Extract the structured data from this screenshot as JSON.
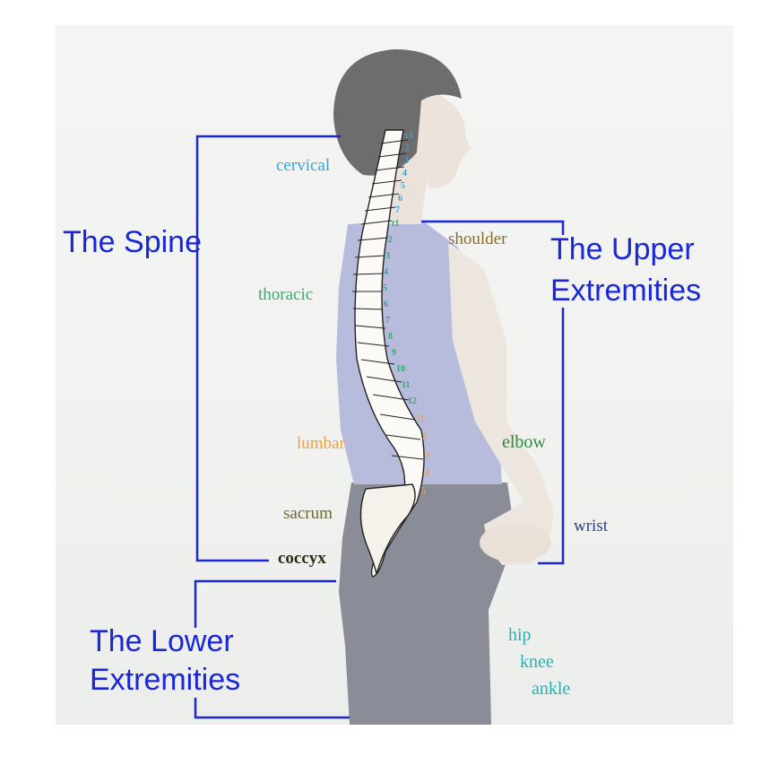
{
  "headings": {
    "spine": "The Spine",
    "upper_1": "The Upper",
    "upper_2": "Extremities",
    "lower_1": "The Lower",
    "lower_2": "Extremities"
  },
  "spine_labels": {
    "cervical": "cervical",
    "thoracic": "thoracic",
    "lumbar": "lumbar",
    "sacrum": "sacrum",
    "coccyx": "coccyx"
  },
  "upper_labels": {
    "shoulder": "shoulder",
    "elbow": "elbow",
    "wrist": "wrist"
  },
  "lower_labels": {
    "hip": "hip",
    "knee": "knee",
    "ankle": "ankle"
  },
  "cervical_numbers": [
    "c1",
    "2",
    "3",
    "4",
    "5",
    "6",
    "7"
  ],
  "thoracic_numbers": [
    "t1",
    "2",
    "3",
    "4",
    "5",
    "6",
    "7",
    "8",
    "9",
    "10",
    "11",
    "12"
  ],
  "lumbar_numbers": [
    "l1",
    "2",
    "3",
    "4",
    "5"
  ],
  "colors": {
    "heading": "#1a27d6",
    "bracket": "#1a27d6",
    "cervical": "#2aa6e0",
    "thoracic": "#3aa870",
    "lumbar": "#f0a23a",
    "sacrum": "#6b6b2a",
    "coccyx": "#2b2b10",
    "shoulder": "#8a6d2a",
    "elbow": "#2f8a3c",
    "wrist": "#2a3f8a",
    "lower": "#2ab0b0"
  }
}
